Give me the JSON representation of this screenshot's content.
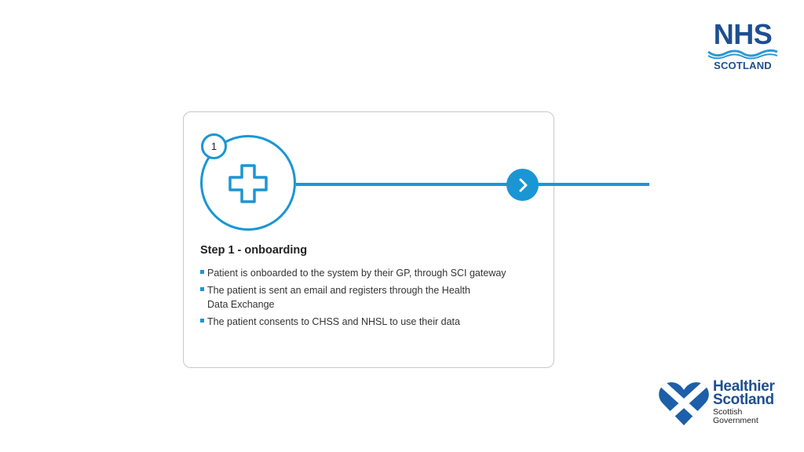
{
  "nhs_logo": {
    "wordmark": "NHS",
    "sub": "SCOTLAND",
    "color": "#1d4f91"
  },
  "accent_color": "#1a96d4",
  "step": {
    "number": "1",
    "title": "Step 1 - onboarding",
    "icon": "medical-cross-icon",
    "bullets": [
      "Patient is onboarded to the system by their GP, through SCI gateway",
      "The patient is sent an email and registers through the Health Data Exchange",
      "The patient consents to CHSS and NHSL to use their data"
    ]
  },
  "next_icon": "chevron-right-icon",
  "healthier_scotland_logo": {
    "line1": "Healthier",
    "line2": "Scotland",
    "line3": "Scottish",
    "line4": "Government"
  }
}
